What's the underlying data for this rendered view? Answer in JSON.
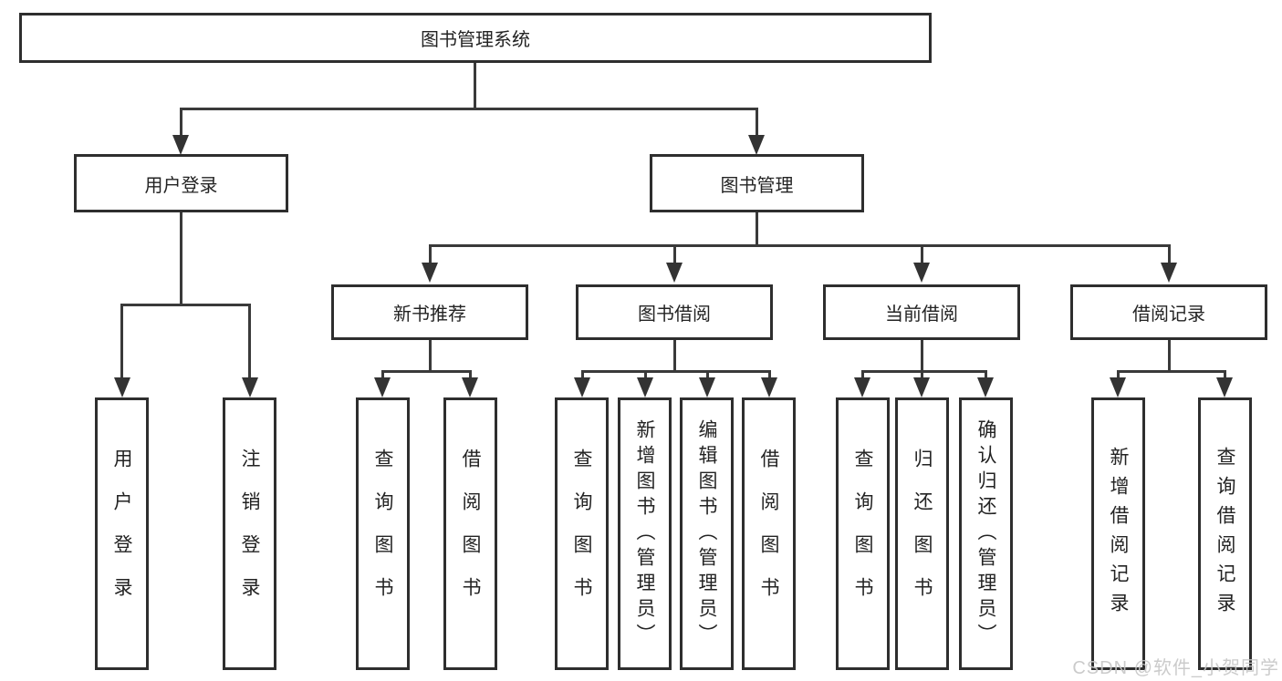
{
  "tree": {
    "root": {
      "label": "图书管理系统"
    },
    "branches": [
      {
        "label": "用户登录",
        "children": [
          {
            "label": "用户登录"
          },
          {
            "label": "注销登录"
          }
        ]
      },
      {
        "label": "图书管理",
        "children": [
          {
            "label": "新书推荐",
            "children": [
              {
                "label": "查询图书"
              },
              {
                "label": "借阅图书"
              }
            ]
          },
          {
            "label": "图书借阅",
            "children": [
              {
                "label": "查询图书"
              },
              {
                "label": "新增图书（管理员）"
              },
              {
                "label": "编辑图书（管理员）"
              },
              {
                "label": "借阅图书"
              }
            ]
          },
          {
            "label": "当前借阅",
            "children": [
              {
                "label": "查询图书"
              },
              {
                "label": "归还图书"
              },
              {
                "label": "确认归还（管理员）"
              }
            ]
          },
          {
            "label": "借阅记录",
            "children": [
              {
                "label": "新增借阅记录"
              },
              {
                "label": "查询借阅记录"
              }
            ]
          }
        ]
      }
    ]
  },
  "watermark": {
    "text": "CSDN @软件_小贺同学"
  },
  "colors": {
    "background": "#ffffff",
    "box_border": "#2e2e2e",
    "connector_line": "#3a3a3a",
    "arrow": "#333333",
    "text": "#232323",
    "watermark": "#c6c6c6"
  }
}
